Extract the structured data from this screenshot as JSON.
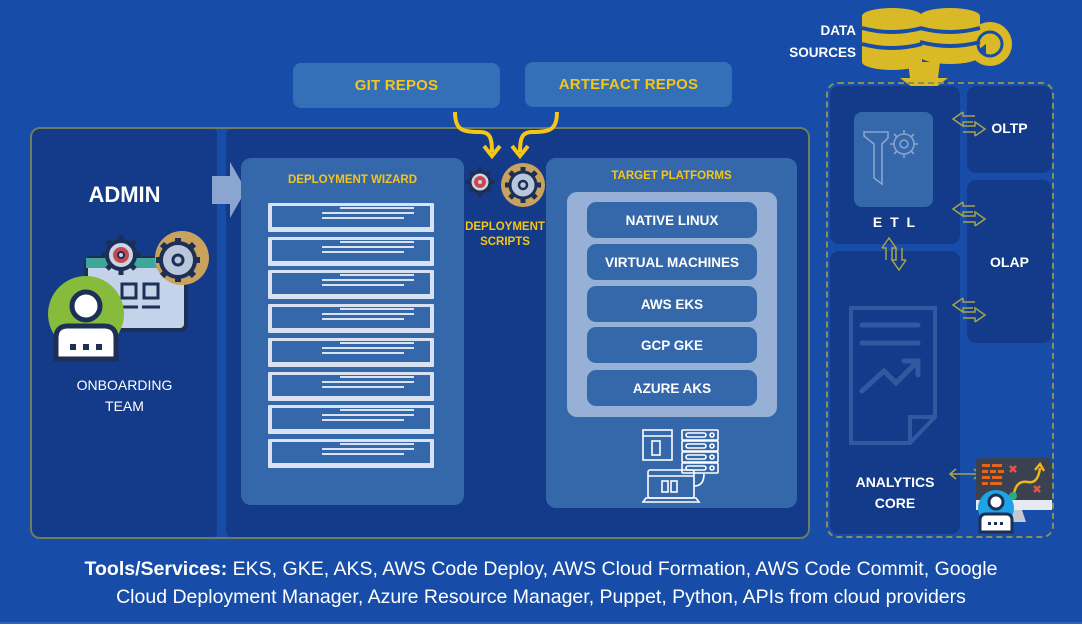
{
  "diagram": {
    "repos": {
      "git": "GIT REPOS",
      "artefact": "ARTEFACT REPOS"
    },
    "admin": {
      "title": "ADMIN",
      "team_line1": "ONBOARDING",
      "team_line2": "TEAM"
    },
    "deployment_wizard": {
      "title": "DEPLOYMENT WIZARD",
      "row_count": 8
    },
    "deployment_scripts": {
      "line1": "DEPLOYMENT",
      "line2": "SCRIPTS"
    },
    "target_platforms": {
      "title": "TARGET PLATFORMS",
      "items": [
        "NATIVE LINUX",
        "VIRTUAL MACHINES",
        "AWS EKS",
        "GCP GKE",
        "AZURE AKS"
      ]
    },
    "data_sources": {
      "line1": "DATA",
      "line2": "SOURCES"
    },
    "analytics": {
      "etl": "E T L",
      "oltp": "OLTP",
      "olap": "OLAP",
      "core_line1": "ANALYTICS",
      "core_line2": "CORE"
    },
    "tools": {
      "label": "Tools/Services:",
      "line1": " EKS, GKE, AKS, AWS Code Deploy, AWS Cloud Formation, AWS Code Commit, Google",
      "line2": "Cloud Deployment Manager, Azure Resource Manager, Puppet, Python, APIs from cloud providers"
    },
    "colors": {
      "background": "#174da8",
      "panel_dark": "#133b8a",
      "panel_light": "#3468ab",
      "accent_yellow": "#f5c518",
      "frame_olive": "#6d7e5e",
      "dashed_olive": "#8a8f55"
    }
  }
}
